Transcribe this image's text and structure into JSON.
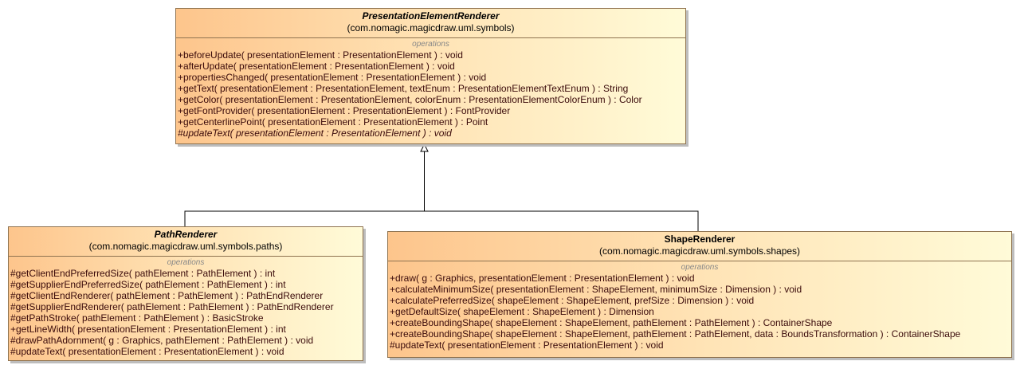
{
  "classes": {
    "presentation": {
      "name": "PresentationElementRenderer",
      "package": "(com.nomagic.magicdraw.uml.symbols)",
      "section": "operations",
      "operations": [
        "+beforeUpdate( presentationElement : PresentationElement ) : void",
        "+afterUpdate( presentationElement : PresentationElement ) : void",
        "+propertiesChanged( presentationElement : PresentationElement ) : void",
        "+getText( presentationElement : PresentationElement, textEnum : PresentationElementTextEnum ) : String",
        "+getColor( presentationElement : PresentationElement, colorEnum : PresentationElementColorEnum ) : Color",
        "+getFontProvider( presentationElement : PresentationElement ) : FontProvider",
        "+getCenterlinePoint( presentationElement : PresentationElement ) : Point",
        "#updateText( presentationElement : PresentationElement ) : void"
      ]
    },
    "path": {
      "name": "PathRenderer",
      "package": "(com.nomagic.magicdraw.uml.symbols.paths)",
      "section": "operations",
      "operations": [
        "#getClientEndPreferredSize( pathElement : PathElement ) : int",
        "#getSupplierEndPreferredSize( pathElement : PathElement ) : int",
        "#getClientEndRenderer( pathElement : PathElement ) : PathEndRenderer",
        "#getSupplierEndRenderer( pathElement : PathElement ) : PathEndRenderer",
        "#getPathStroke( pathElement : PathElement ) : BasicStroke",
        "+getLineWidth( presentationElement : PresentationElement ) : int",
        "#drawPathAdornment( g : Graphics, pathElement : PathElement ) : void",
        "#updateText( presentationElement : PresentationElement ) : void"
      ]
    },
    "shape": {
      "name": "ShapeRenderer",
      "package": "(com.nomagic.magicdraw.uml.symbols.shapes)",
      "section": "operations",
      "operations": [
        "+draw( g : Graphics, presentationElement : PresentationElement ) : void",
        "+calculateMinimumSize( presentationElement : ShapeElement, minimumSize : Dimension ) : void",
        "+calculatePreferredSize( shapeElement : ShapeElement, prefSize : Dimension ) : void",
        "+getDefaultSize( shapeElement : ShapeElement ) : Dimension",
        "+createBoundingShape( shapeElement : ShapeElement, pathElement : PathElement ) : ContainerShape",
        "+createBoundingShape( shapeElement : ShapeElement, pathElement : PathElement, data : BoundsTransformation ) : ContainerShape",
        "#updateText( presentationElement : PresentationElement ) : void"
      ]
    }
  },
  "colors": {
    "fill_start": "#fdc58c",
    "fill_end": "#fffbd8",
    "border": "#8f7350",
    "line": "#000000"
  }
}
